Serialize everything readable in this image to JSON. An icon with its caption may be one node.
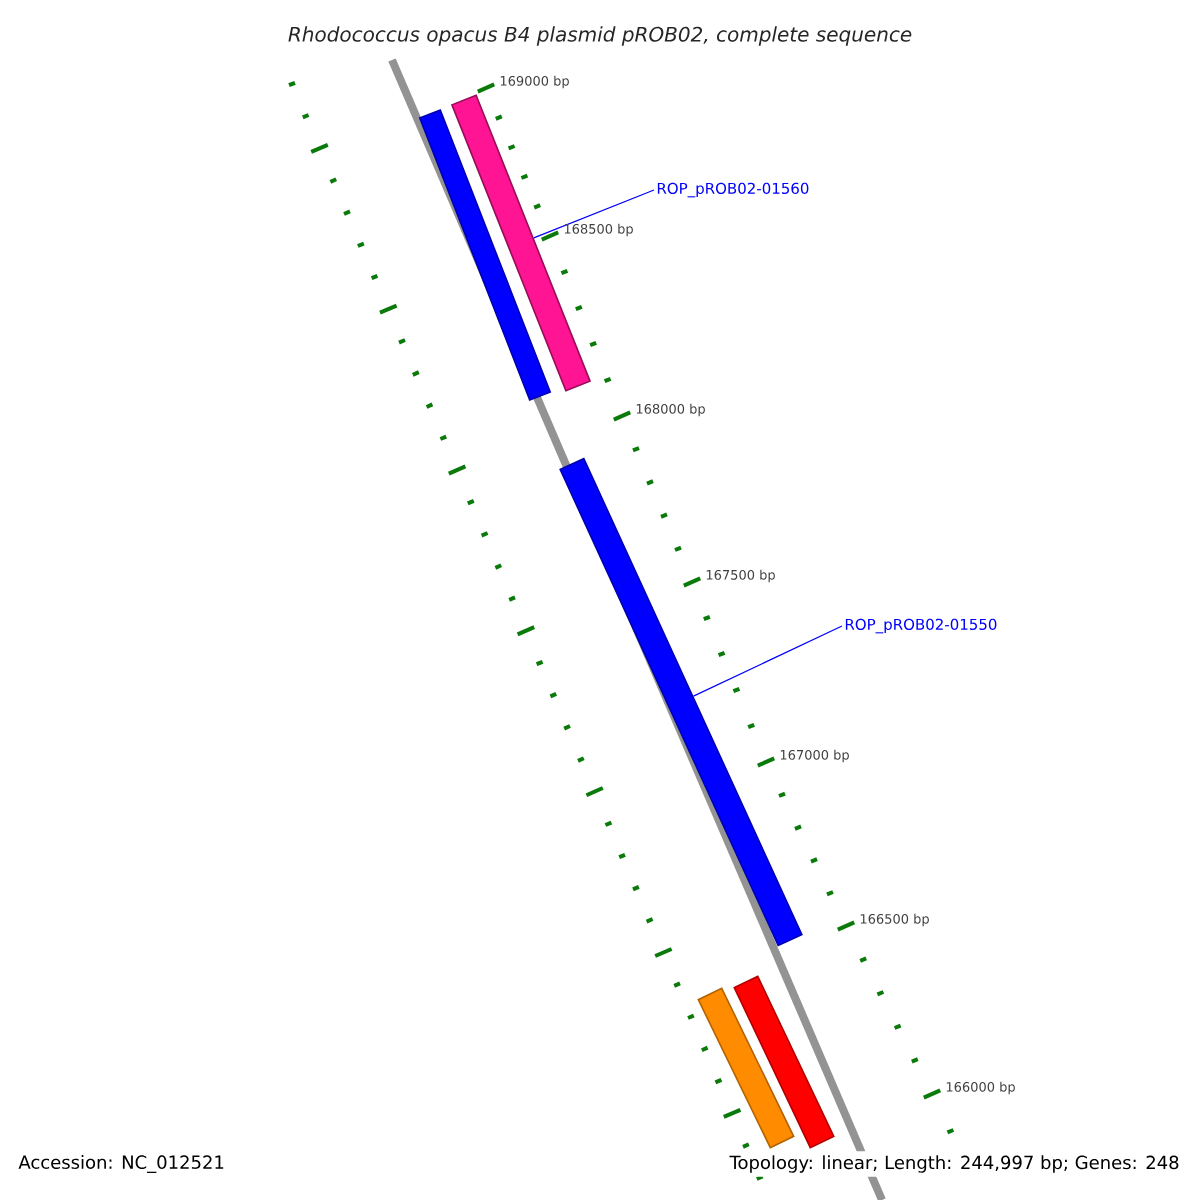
{
  "diagram": {
    "title": "Rhodococcus opacus B4 plasmid pROB02, complete sequence",
    "nodes": [
      {
        "text": [
          "ROP_pROB02-01560"
        ]
      },
      {
        "text": [],
        "shape": "bar"
      },
      {
        "text": [],
        "shape": "bar"
      },
      {
        "text": [
          "ROP_pROB02-01550"
        ]
      },
      {
        "text": [],
        "shape": "bar"
      },
      {
        "text": [],
        "shape": "bar"
      },
      {
        "text": [],
        "shape": "bar"
      }
    ],
    "edges": [
      {
        "from": 0,
        "to": 2,
        "arrow": "none"
      },
      {
        "from": 3,
        "to": 4,
        "arrow": "none"
      }
    ],
    "labels": [
      "169000 bp",
      "168500 bp",
      "168000 bp",
      "167500 bp",
      "167000 bp",
      "166500 bp",
      "166000 bp",
      "Accession: NC_012521",
      "Topology: linear; Length: 244,997 bp; Genes: 248"
    ]
  }
}
